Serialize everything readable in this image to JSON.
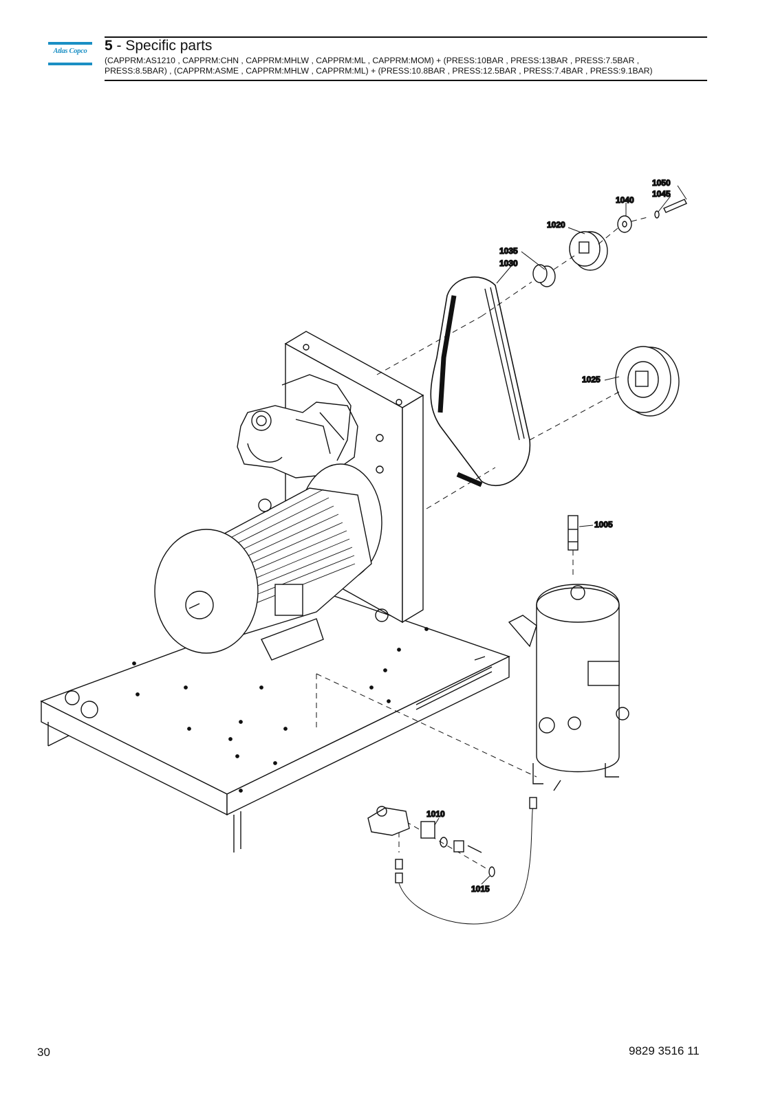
{
  "header": {
    "logo_text": "Atlas Copco",
    "section_number": "5",
    "section_title": " - Specific parts",
    "conditions_line1": "(CAPPRM:AS1210 , CAPPRM:CHN , CAPPRM:MHLW , CAPPRM:ML , CAPPRM:MOM) + (PRESS:10BAR , PRESS:13BAR , PRESS:7.5BAR ,",
    "conditions_line2": "PRESS:8.5BAR) , (CAPPRM:ASME , CAPPRM:MHLW , CAPPRM:ML) + (PRESS:10.8BAR , PRESS:12.5BAR , PRESS:7.4BAR , PRESS:9.1BAR)"
  },
  "callouts": {
    "c1050": "1050",
    "c1045": "1045",
    "c1040": "1040",
    "c1020": "1020",
    "c1035": "1035",
    "c1030": "1030",
    "c1025": "1025",
    "c1005": "1005",
    "c1010": "1010",
    "c1015": "1015"
  },
  "footer": {
    "page_number": "30",
    "document_number": "9829 3516 11"
  }
}
